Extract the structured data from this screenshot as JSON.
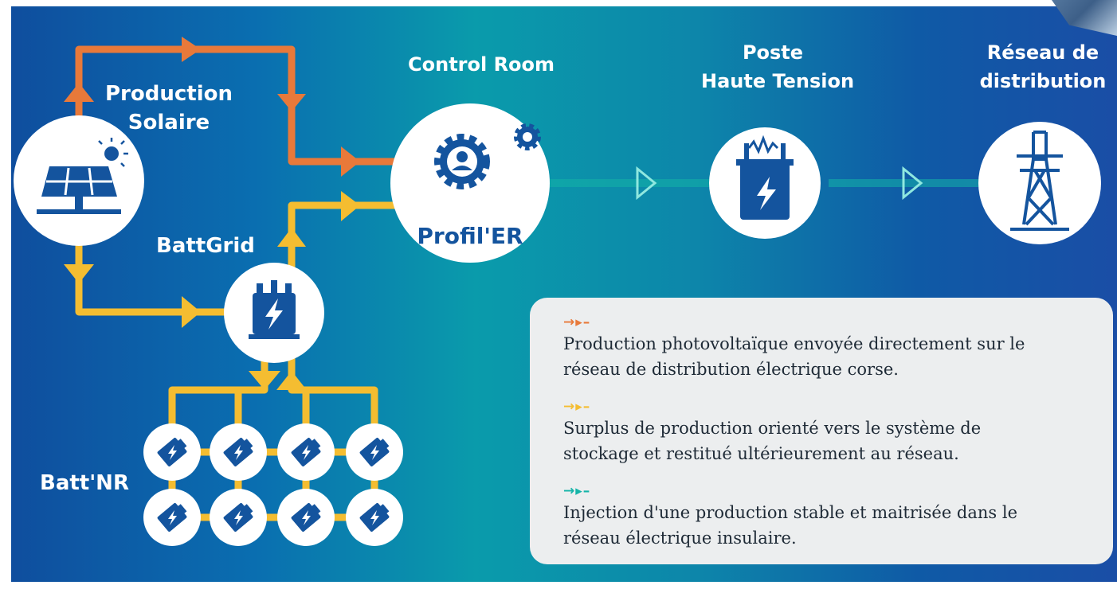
{
  "nodes": {
    "production_solaire": {
      "label_line1": "Production",
      "label_line2": "Solaire",
      "icon": "solar-panel-icon"
    },
    "battgrid": {
      "label": "BattGrid",
      "icon": "battery-storage-icon"
    },
    "battnr": {
      "label": "Batt'NR",
      "icon": "battery-icon",
      "count": 8
    },
    "control_room": {
      "label": "Control Room",
      "inner_label": "Profil'ER",
      "icon": "gears-user-icon"
    },
    "poste": {
      "label_line1": "Poste",
      "label_line2": "Haute Tension",
      "icon": "transformer-icon"
    },
    "reseau": {
      "label_line1": "Réseau de",
      "label_line2": "distribution",
      "icon": "power-pylon-icon"
    }
  },
  "colors": {
    "orange": "#e8793a",
    "yellow": "#f4bd31",
    "teal": "#14b4a8",
    "icon_blue": "#14549e",
    "legend_bg": "#eceeef"
  },
  "legend": {
    "items": [
      {
        "arrow": "→▸–",
        "color": "#e8793a",
        "line1": "Production photovoltaïque envoyée directement sur le",
        "line2": "réseau de distribution électrique corse."
      },
      {
        "arrow": "→▸–",
        "color": "#f4bd31",
        "line1": "Surplus de production orienté vers le système de",
        "line2": "stockage et restitué ultérieurement au réseau."
      },
      {
        "arrow": "→▸–",
        "color": "#14b4a8",
        "line1": "Injection d'une production stable et maitrisée dans le",
        "line2": "réseau électrique insulaire."
      }
    ]
  }
}
